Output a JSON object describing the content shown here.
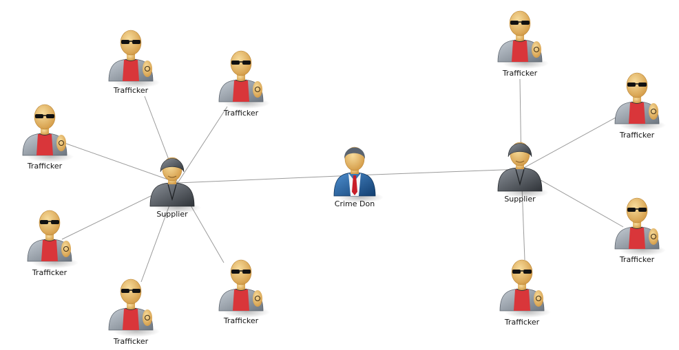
{
  "colors": {
    "edge": "#9a9a9a",
    "skin": "#e8b866",
    "vest": "#9aa3ad",
    "tank": "#d9363a",
    "hoodie": "#555a60",
    "suit": "#1f5fa0",
    "tie": "#c81e28",
    "hair": "#5a6470"
  },
  "nodes": [
    {
      "id": "don",
      "role": "crime-don",
      "label": "Crime Don"
    },
    {
      "id": "sup_l",
      "role": "supplier",
      "label": "Supplier"
    },
    {
      "id": "sup_r",
      "role": "supplier",
      "label": "Supplier"
    },
    {
      "id": "t1",
      "role": "trafficker",
      "label": "Trafficker"
    },
    {
      "id": "t2",
      "role": "trafficker",
      "label": "Trafficker"
    },
    {
      "id": "t3",
      "role": "trafficker",
      "label": "Trafficker"
    },
    {
      "id": "t4",
      "role": "trafficker",
      "label": "Trafficker"
    },
    {
      "id": "t5",
      "role": "trafficker",
      "label": "Trafficker"
    },
    {
      "id": "t6",
      "role": "trafficker",
      "label": "Trafficker"
    },
    {
      "id": "t7",
      "role": "trafficker",
      "label": "Trafficker"
    },
    {
      "id": "t8",
      "role": "trafficker",
      "label": "Trafficker"
    },
    {
      "id": "t9",
      "role": "trafficker",
      "label": "Trafficker"
    },
    {
      "id": "t10",
      "role": "trafficker",
      "label": "Trafficker"
    }
  ],
  "edges": [
    [
      "don",
      "sup_l"
    ],
    [
      "don",
      "sup_r"
    ],
    [
      "sup_l",
      "t1"
    ],
    [
      "sup_l",
      "t2"
    ],
    [
      "sup_l",
      "t3"
    ],
    [
      "sup_l",
      "t4"
    ],
    [
      "sup_l",
      "t5"
    ],
    [
      "sup_l",
      "t6"
    ],
    [
      "sup_r",
      "t7"
    ],
    [
      "sup_r",
      "t8"
    ],
    [
      "sup_r",
      "t9"
    ],
    [
      "sup_r",
      "t10"
    ]
  ]
}
